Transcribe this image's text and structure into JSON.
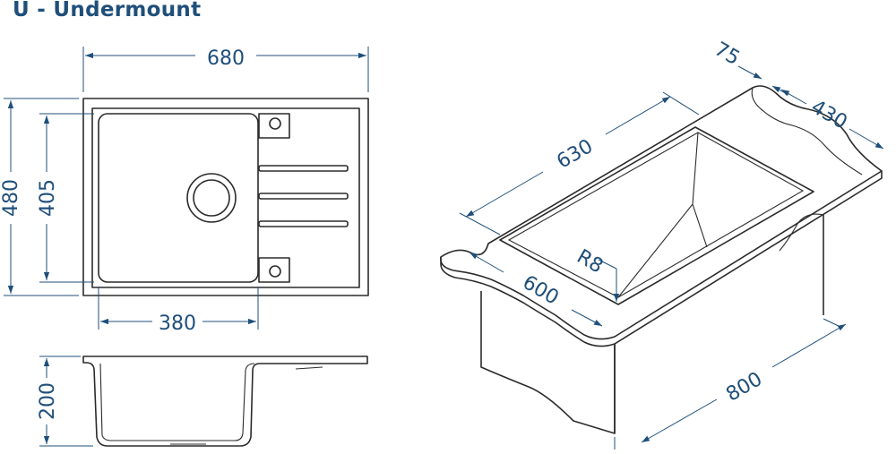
{
  "title": "U - Undermount",
  "colors": {
    "dimension": "#1f4f7a",
    "outline": "#2b2b2b",
    "title": "#1f4f7a"
  },
  "dimensions": {
    "top_width": "680",
    "top_height": "480",
    "bowl_height": "405",
    "bowl_width": "380",
    "depth": "200",
    "iso_bowl_length": "630",
    "iso_rim": "75",
    "iso_width": "430",
    "iso_radius": "R8",
    "iso_bowl_width": "600",
    "iso_cabinet": "800"
  }
}
